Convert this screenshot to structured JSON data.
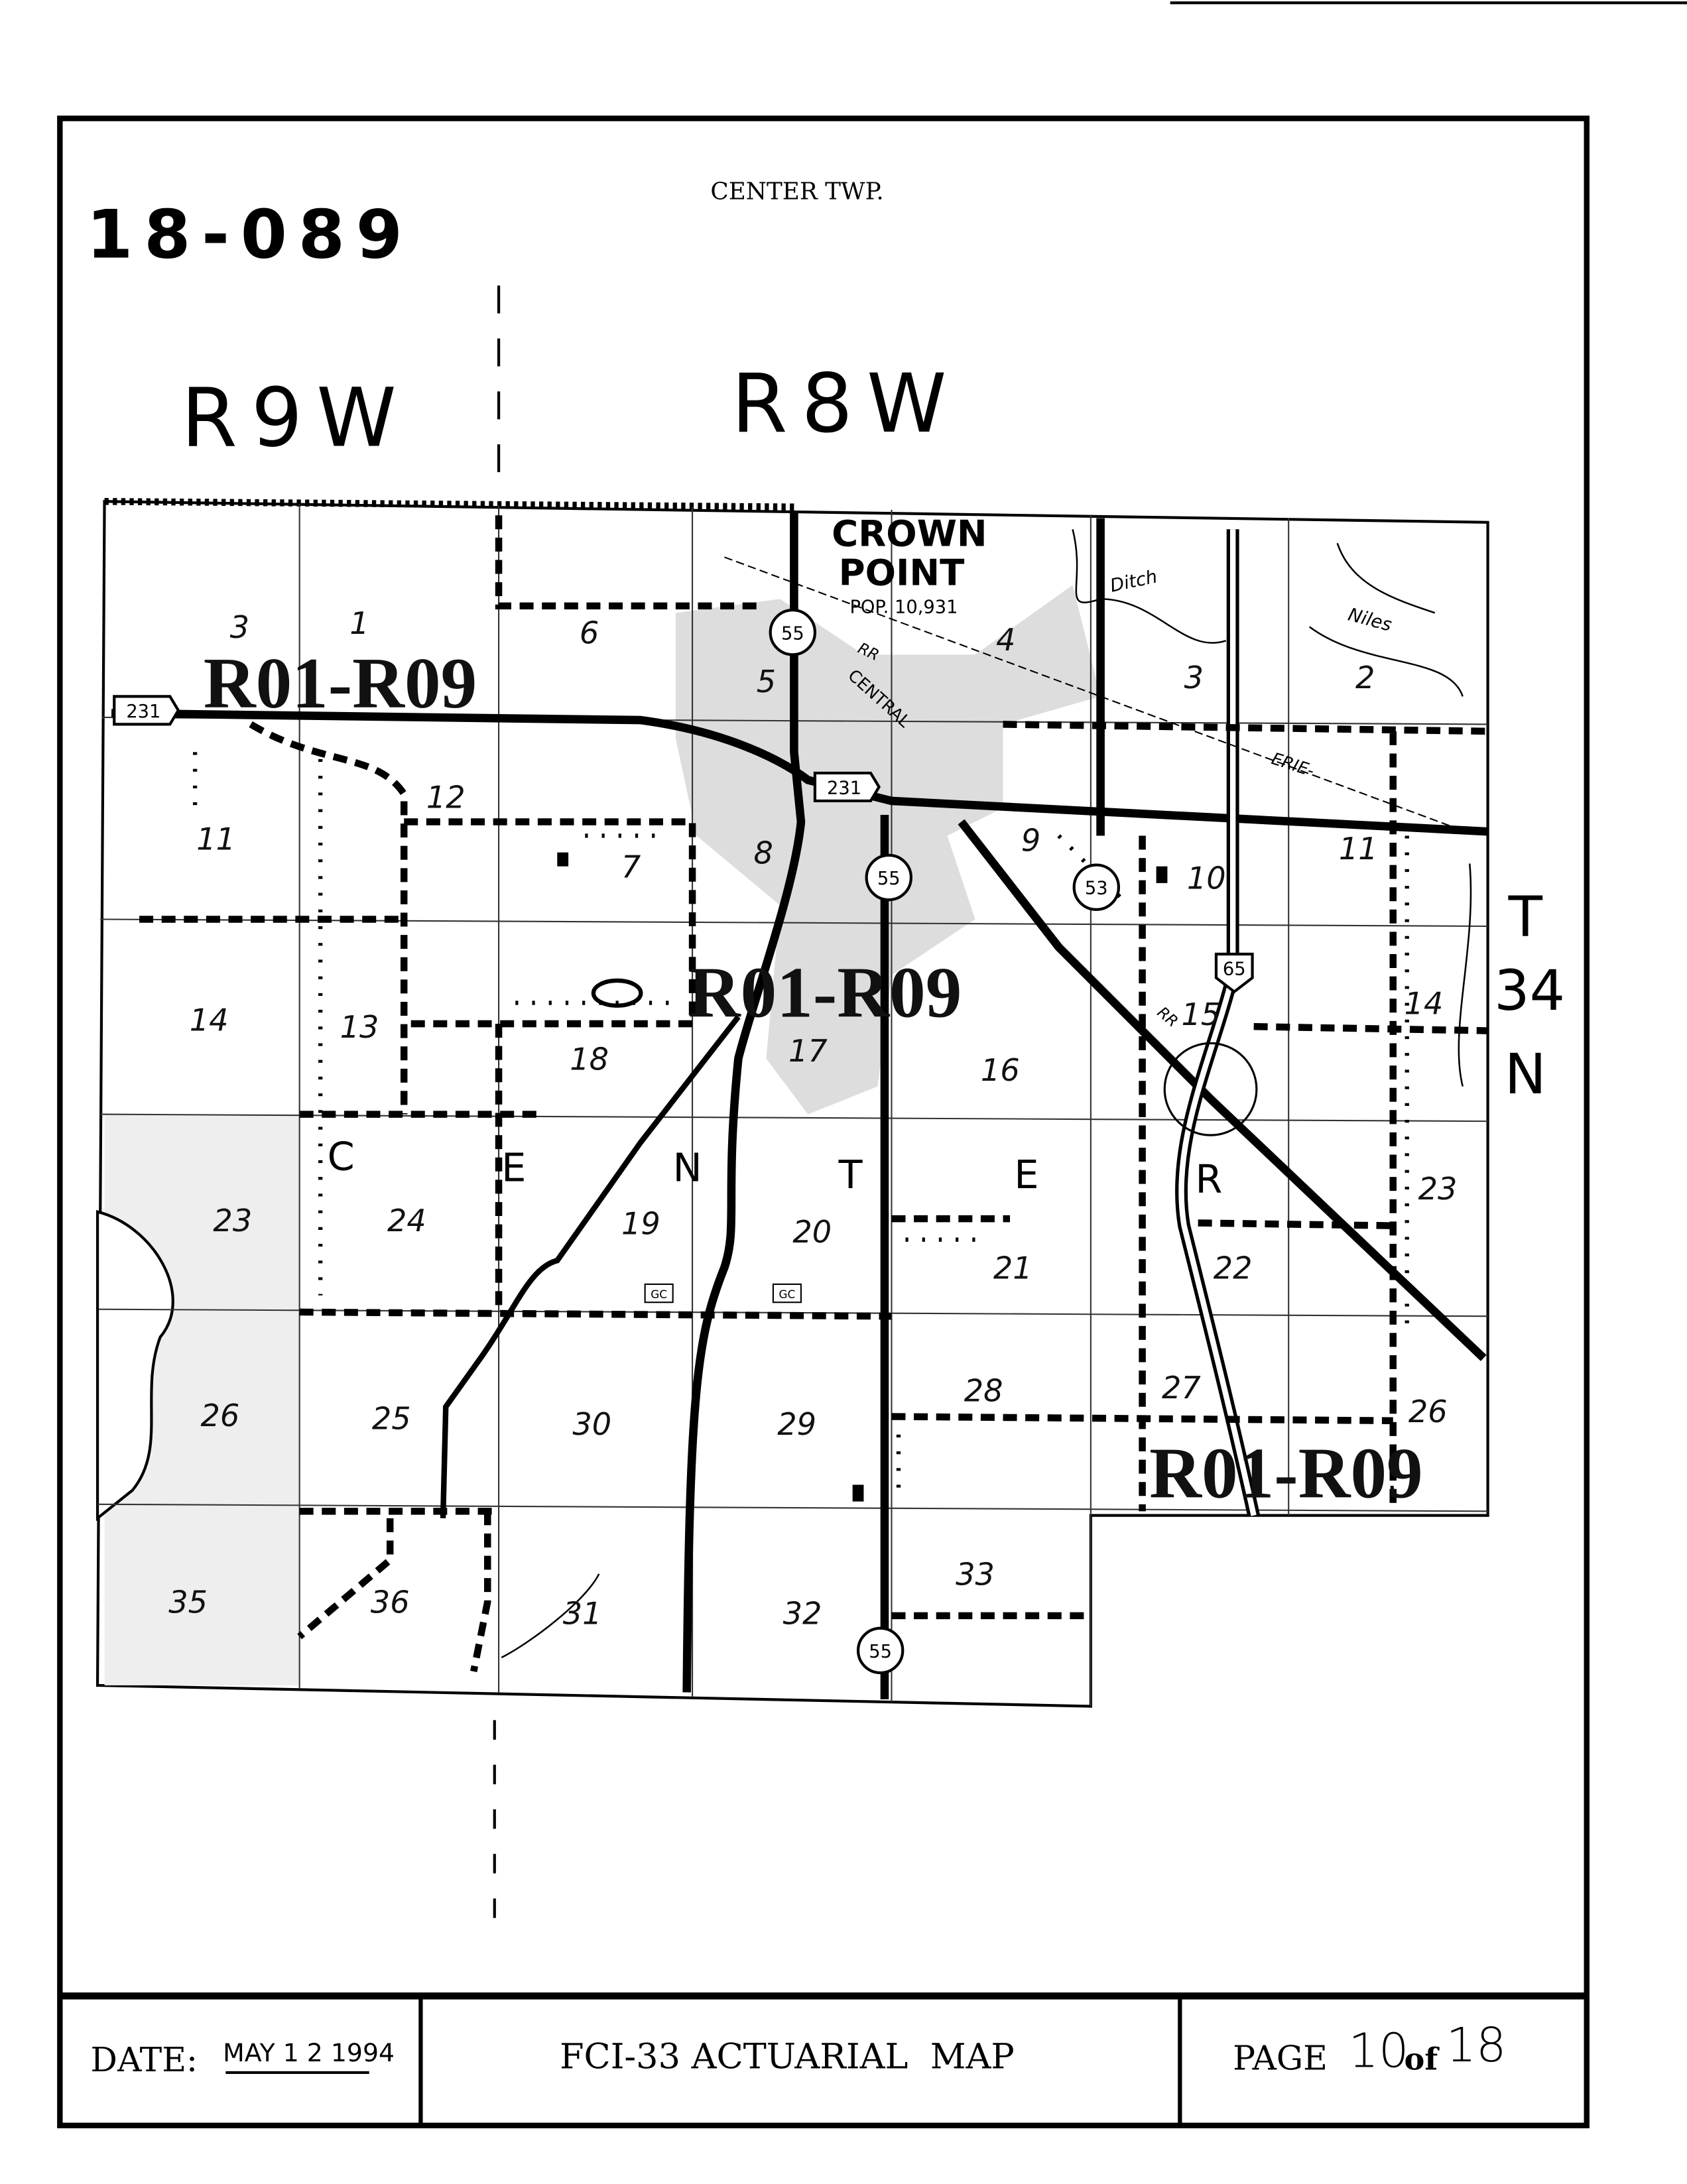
{
  "header": {
    "map_id": "18-089",
    "township": "CENTER TWP.",
    "range_west": "R9W",
    "range_east": "R8W",
    "township_label": [
      "T",
      "34",
      "N"
    ]
  },
  "map": {
    "city_name": [
      "CROWN",
      "POINT"
    ],
    "city_population": "POP. 10,931",
    "overlay_labels": [
      "R01-R09",
      "R01-R09",
      "R01-R09"
    ],
    "township_letters": [
      "C",
      "E",
      "N",
      "T",
      "E",
      "R"
    ],
    "feature_labels": {
      "rr1": "RR",
      "central": "CENTRAL",
      "erie": "ERIE-",
      "rr2": "RR",
      "ditch": "Ditch",
      "niles": "Niles",
      "gc1": "GC",
      "gc2": "GC"
    },
    "highways": {
      "us231a": "231",
      "us231b": "231",
      "sr55a": "55",
      "sr55b": "55",
      "sr55c": "55",
      "sr53": "53",
      "i65": "65"
    },
    "sections": {
      "row1": [
        "3",
        "1",
        "6",
        "5",
        "4",
        "3",
        "2"
      ],
      "row2": [
        "11",
        "12",
        "7",
        "8",
        "9",
        "10",
        "11"
      ],
      "row3": [
        "14",
        "13",
        "18",
        "17",
        "16",
        "15",
        "14"
      ],
      "row4": [
        "23",
        "24",
        "19",
        "20",
        "21",
        "22",
        "23"
      ],
      "row5": [
        "26",
        "25",
        "30",
        "29",
        "28",
        "27",
        "26"
      ],
      "row6": [
        "35",
        "36",
        "31",
        "32",
        "33"
      ]
    }
  },
  "footer": {
    "date_label": "DATE:",
    "date_value": "MAY 1 2 1994",
    "title": "FCI-33 ACTUARIAL  MAP",
    "page_label": "PAGE",
    "page_number": "10",
    "page_of": "of",
    "page_total": "18"
  }
}
